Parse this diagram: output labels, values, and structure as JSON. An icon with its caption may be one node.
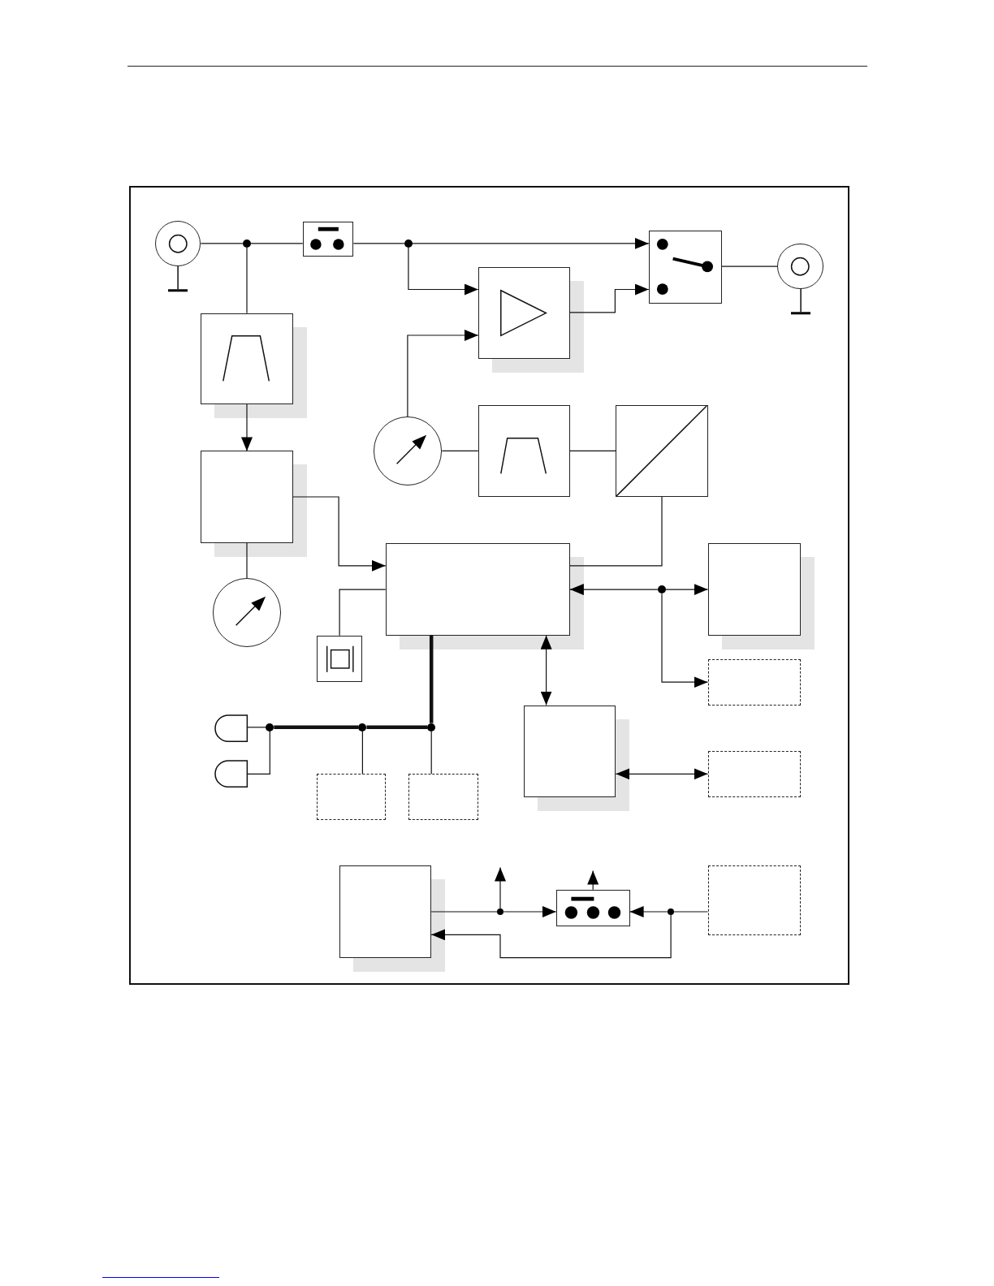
{
  "diagram": {
    "nodes": [
      {
        "text": [],
        "shape": "circle"
      },
      {
        "text": [],
        "shape": "dot"
      },
      {
        "text": [],
        "shape": "box"
      },
      {
        "text": [],
        "shape": "dot"
      },
      {
        "text": [],
        "shape": "box"
      },
      {
        "text": [],
        "shape": "circle"
      },
      {
        "text": [],
        "shape": "box"
      },
      {
        "text": [],
        "shape": "box"
      },
      {
        "text": [],
        "shape": "box"
      },
      {
        "text": [],
        "shape": "circle"
      },
      {
        "text": [],
        "shape": "box"
      },
      {
        "text": [],
        "shape": "box"
      },
      {
        "text": [],
        "shape": "circle"
      },
      {
        "text": [],
        "shape": "box"
      },
      {
        "text": [],
        "shape": "box"
      },
      {
        "text": [],
        "shape": "box"
      },
      {
        "text": [],
        "shape": "dot"
      },
      {
        "text": [],
        "shape": "box"
      },
      {
        "text": [],
        "shape": "box"
      },
      {
        "text": [],
        "shape": "box"
      },
      {
        "text": [],
        "shape": "semicircle"
      },
      {
        "text": [],
        "shape": "semicircle"
      },
      {
        "text": [],
        "shape": "dot"
      },
      {
        "text": [],
        "shape": "dot"
      },
      {
        "text": [],
        "shape": "dot"
      },
      {
        "text": [],
        "shape": "box"
      },
      {
        "text": [],
        "shape": "box"
      },
      {
        "text": [],
        "shape": "box"
      },
      {
        "text": [],
        "shape": "dot"
      },
      {
        "text": [],
        "shape": "box"
      },
      {
        "text": [],
        "shape": "dot"
      },
      {
        "text": [],
        "shape": "box"
      }
    ],
    "edges": [
      {
        "from": 0,
        "to": 1,
        "arrow": "none"
      },
      {
        "from": 1,
        "to": 2,
        "arrow": "none"
      },
      {
        "from": 2,
        "to": 3,
        "arrow": "none"
      },
      {
        "from": 3,
        "to": 4,
        "arrow": "to"
      },
      {
        "from": 3,
        "to": 7,
        "arrow": "to"
      },
      {
        "from": 7,
        "to": 4,
        "arrow": "to"
      },
      {
        "from": 4,
        "to": 5,
        "arrow": "none"
      },
      {
        "from": 1,
        "to": 6,
        "arrow": "none"
      },
      {
        "from": 6,
        "to": 8,
        "arrow": "to"
      },
      {
        "from": 9,
        "to": 7,
        "arrow": "to"
      },
      {
        "from": 9,
        "to": 10,
        "arrow": "none"
      },
      {
        "from": 10,
        "to": 11,
        "arrow": "none"
      },
      {
        "from": 8,
        "to": 12,
        "arrow": "none"
      },
      {
        "from": 8,
        "to": 13,
        "arrow": "to"
      },
      {
        "from": 14,
        "to": 13,
        "arrow": "none"
      },
      {
        "from": 11,
        "to": 13,
        "arrow": "none"
      },
      {
        "from": 16,
        "to": 13,
        "arrow": "to"
      },
      {
        "from": 16,
        "to": 15,
        "arrow": "to"
      },
      {
        "from": 16,
        "to": 17,
        "arrow": "to"
      },
      {
        "from": 13,
        "to": 18,
        "arrow": "both"
      },
      {
        "from": 18,
        "to": 19,
        "arrow": "both"
      },
      {
        "from": 13,
        "to": 24,
        "arrow": "none",
        "style": "thick"
      },
      {
        "from": 22,
        "to": 23,
        "arrow": "none",
        "style": "thick"
      },
      {
        "from": 23,
        "to": 24,
        "arrow": "none",
        "style": "thick"
      },
      {
        "from": 20,
        "to": 22,
        "arrow": "none"
      },
      {
        "from": 21,
        "to": 22,
        "arrow": "none"
      },
      {
        "from": 23,
        "to": 25,
        "arrow": "none"
      },
      {
        "from": 24,
        "to": 26,
        "arrow": "none"
      },
      {
        "from": 27,
        "to": 28,
        "arrow": "none"
      },
      {
        "from": 28,
        "to": null,
        "arrow": "to"
      },
      {
        "from": 28,
        "to": 29,
        "arrow": "to"
      },
      {
        "from": 29,
        "to": null,
        "arrow": "to"
      },
      {
        "from": 31,
        "to": 30,
        "arrow": "none"
      },
      {
        "from": 30,
        "to": 29,
        "arrow": "to"
      },
      {
        "from": 30,
        "to": 27,
        "arrow": "to"
      }
    ]
  }
}
